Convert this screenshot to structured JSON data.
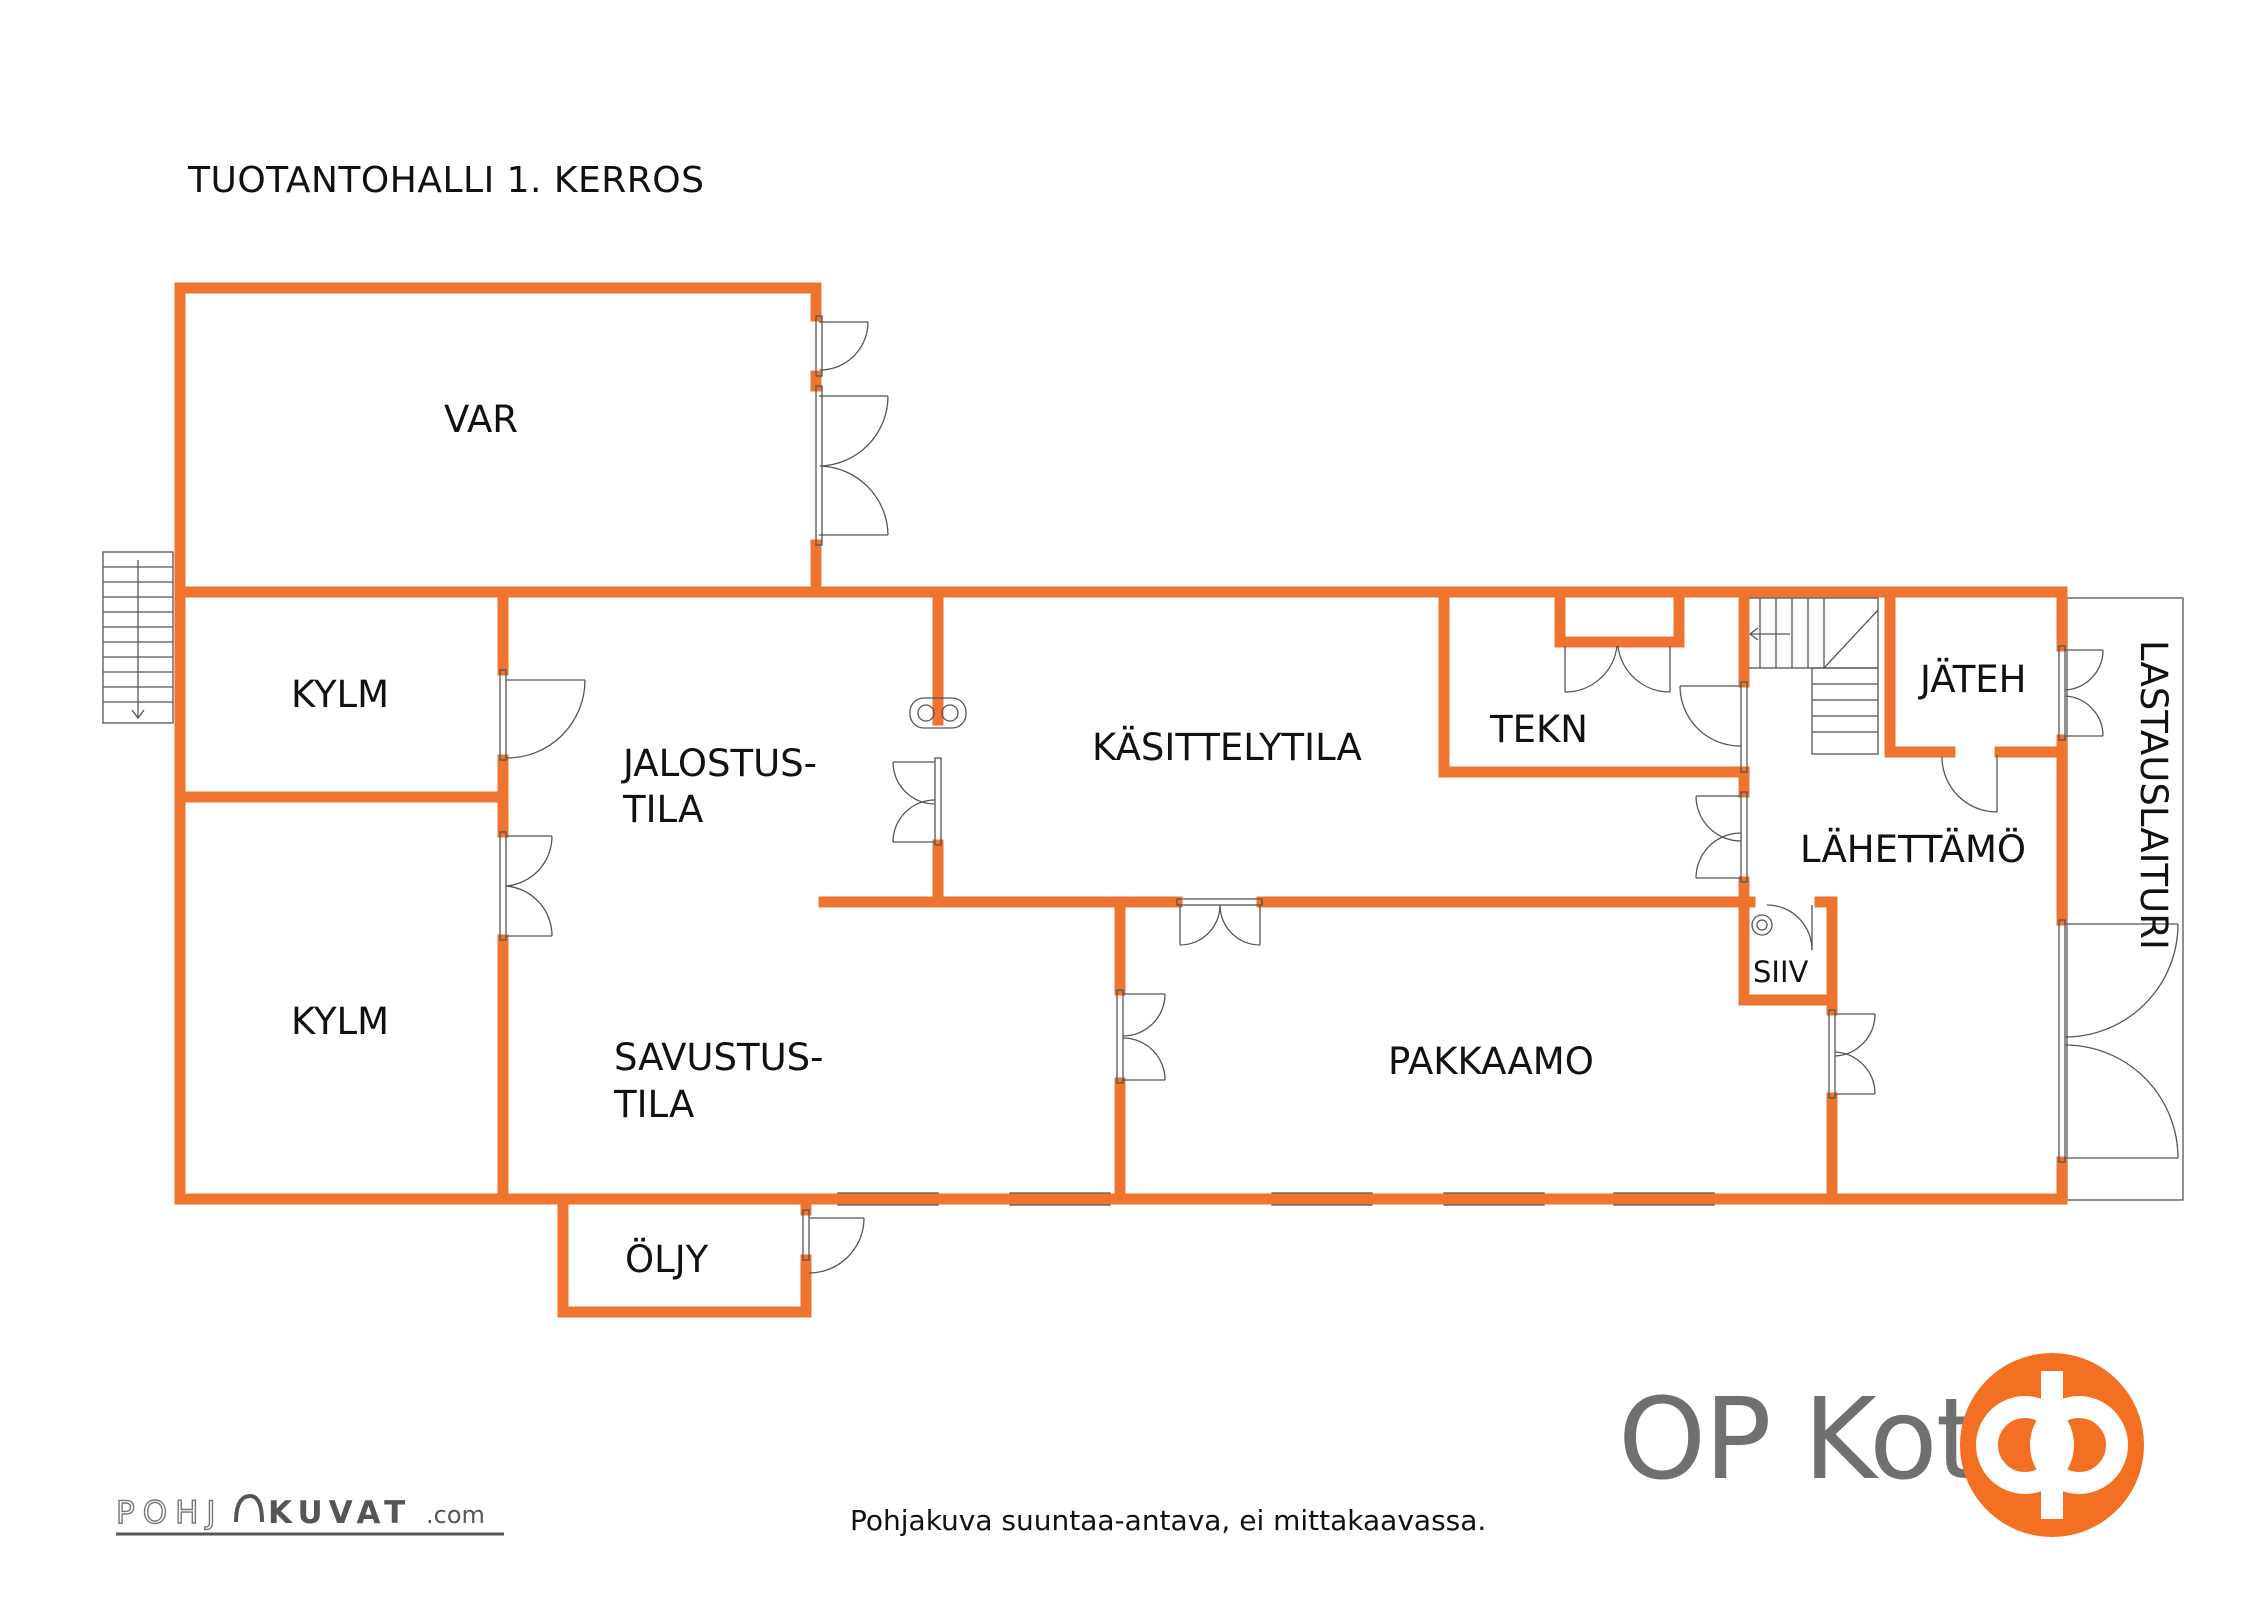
{
  "title": "TUOTANTOHALLI 1. KERROS",
  "rooms": {
    "var": "VAR",
    "kylm_top": "KYLM",
    "kylm_bottom": "KYLM",
    "jalostus_1": "JALOSTUS-",
    "jalostus_2": "TILA",
    "kasittelytila": "KÄSITTELYTILA",
    "tekn": "TEKN",
    "jateh": "JÄTEH",
    "lastauslaituri": "LASTAUSLAITURI",
    "lahettamo": "LÄHETTÄMÖ",
    "siiv": "SIIV",
    "savustus_1": "SAVUSTUS-",
    "savustus_2": "TILA",
    "pakkaamo": "PAKKAAMO",
    "oljy": "ÖLJY"
  },
  "footer_note": "Pohjakuva suuntaa-antava, ei mittakaavassa.",
  "brand": {
    "name": "OP Koti",
    "logo_icon": "op-logo-icon",
    "logo_color": "#f36f21",
    "text_color": "#707070"
  },
  "watermark": {
    "left": "POHJ",
    "right": "KUVAT",
    "suffix": ".com"
  },
  "wall_color": "#ee7430"
}
